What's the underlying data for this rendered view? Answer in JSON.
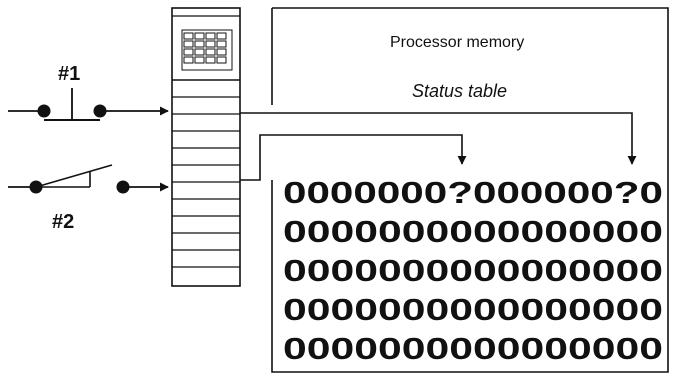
{
  "switch1": {
    "label": "#1"
  },
  "switch2": {
    "label": "#2"
  },
  "memory": {
    "title": "Processor memory",
    "subtitle": "Status table",
    "rows": [
      "0000000?000000?0",
      "0000000000000000",
      "0000000000000000",
      "0000000000000000",
      "0000000000000000"
    ]
  }
}
